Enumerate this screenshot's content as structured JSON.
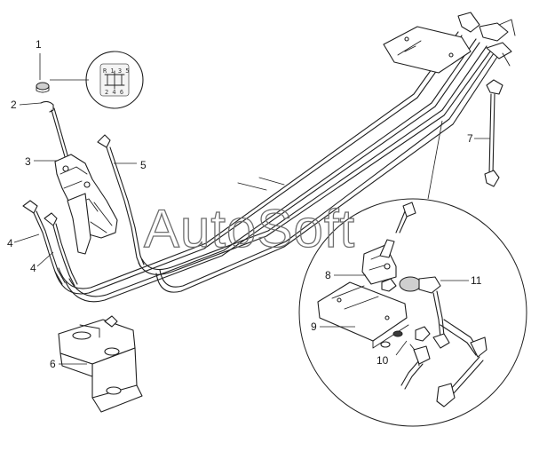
{
  "watermark": "AutoSoft",
  "knob_pattern": {
    "row1": "R 1 3 5",
    "row2": "2 4 6"
  },
  "callouts": [
    {
      "id": "1",
      "label": "1"
    },
    {
      "id": "2",
      "label": "2"
    },
    {
      "id": "3",
      "label": "3"
    },
    {
      "id": "4a",
      "label": "4"
    },
    {
      "id": "4b",
      "label": "4"
    },
    {
      "id": "5",
      "label": "5"
    },
    {
      "id": "6",
      "label": "6"
    },
    {
      "id": "7",
      "label": "7"
    },
    {
      "id": "8",
      "label": "8"
    },
    {
      "id": "9",
      "label": "9"
    },
    {
      "id": "10",
      "label": "10"
    },
    {
      "id": "11",
      "label": "11"
    }
  ]
}
